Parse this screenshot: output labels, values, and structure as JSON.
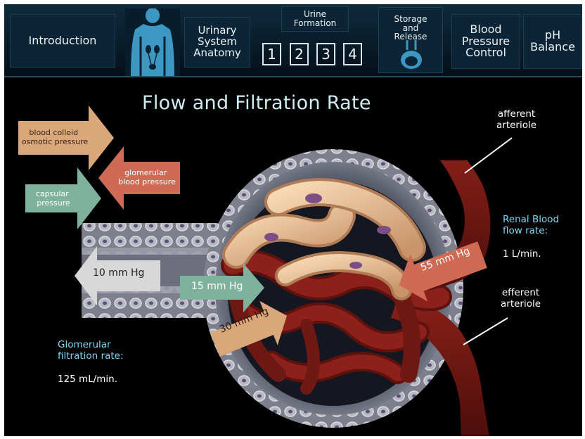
{
  "nav": {
    "introduction": "Introduction",
    "urinary_anatomy": "Urinary\nSystem\nAnatomy",
    "urine_formation": "Urine\nFormation",
    "steps": [
      "1",
      "2",
      "3",
      "4"
    ],
    "storage_release": "Storage\nand\nRelease",
    "blood_pressure": "Blood\nPressure\nControl",
    "ph_balance": "pH\nBalance"
  },
  "scene": {
    "title": "Flow and Filtration Rate",
    "arrows": {
      "blood_colloid": "blood colloid\nosmotic pressure",
      "glomerular_bp": "glomerular\nblood pressure",
      "capsular": "capsular\npressure",
      "val_10": "10 mm Hg",
      "val_15": "15 mm Hg",
      "val_30": "30 mm Hg",
      "val_55": "55 mm Hg"
    },
    "afferent": "afferent\narteriole",
    "efferent": "efferent\narteriole",
    "renal_flow_label": "Renal Blood\nflow rate:",
    "renal_flow_value": "1 L/min.",
    "gfr_label": "Glomerular\nfiltration rate:",
    "gfr_value": "125 mL/min."
  },
  "colors": {
    "peach_arrow": "#d9a77a",
    "salmon_arrow": "#cf6a55",
    "green_arrow": "#7fb29c",
    "gray_arrow": "#d8d8d8",
    "label_cyan": "#7fd6f2",
    "vessel_red": "#6e1612"
  }
}
